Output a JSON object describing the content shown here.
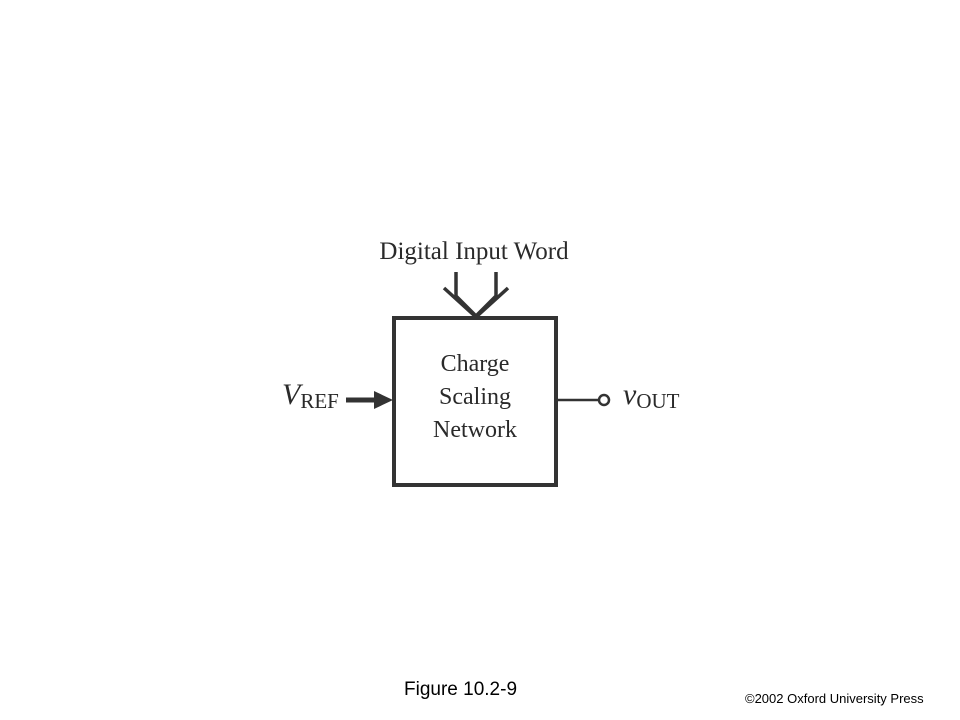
{
  "diagram": {
    "input_label": "Digital Input Word",
    "block_lines": [
      "Charge",
      "Scaling",
      "Network"
    ],
    "vref_main": "V",
    "vref_sub": "REF",
    "vout_main": "v",
    "vout_sub": "OUT"
  },
  "footer": {
    "figure_caption": "Figure 10.2-9",
    "copyright": "©2002 Oxford University Press"
  },
  "colors": {
    "stroke": "#333333",
    "text": "#2a2a2a"
  }
}
